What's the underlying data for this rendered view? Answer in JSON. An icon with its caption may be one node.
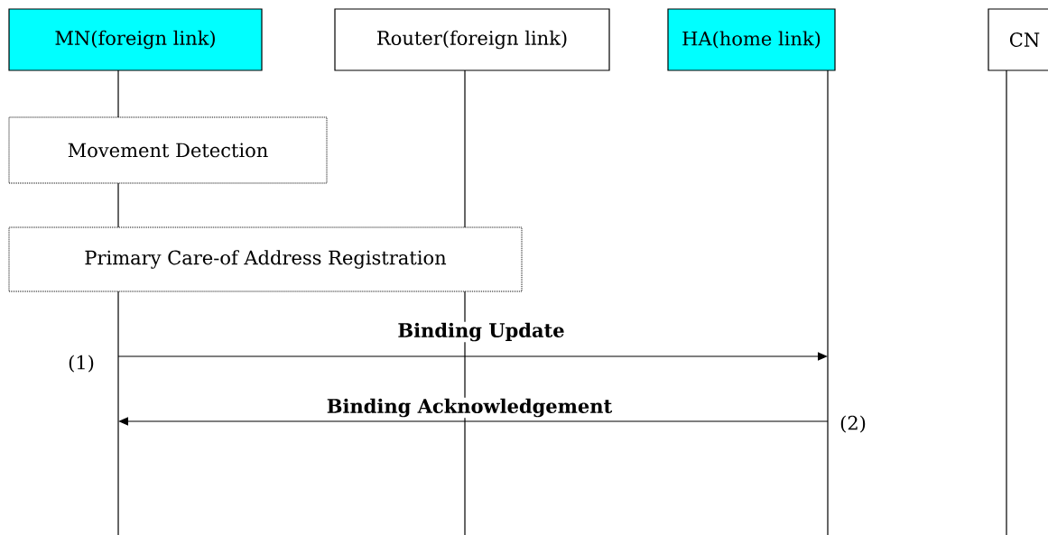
{
  "diagram": {
    "nodes": [
      {
        "text": [
          "MN(foreign link)"
        ]
      },
      {
        "text": [
          "Router(foreign link)"
        ]
      },
      {
        "text": [
          "HA(home link)"
        ]
      },
      {
        "text": [
          "CN"
        ]
      },
      {
        "text": [
          "Movement Detection"
        ]
      },
      {
        "text": [
          "Primary Care-of Address Registration"
        ]
      }
    ],
    "edges": [
      {
        "from": 0,
        "to": 2,
        "arrow": "to",
        "label": "Binding Update"
      },
      {
        "from": 2,
        "to": 0,
        "arrow": "to",
        "label": "Binding Acknowledgement"
      }
    ],
    "labels": [
      "(1)",
      "(2)"
    ]
  }
}
